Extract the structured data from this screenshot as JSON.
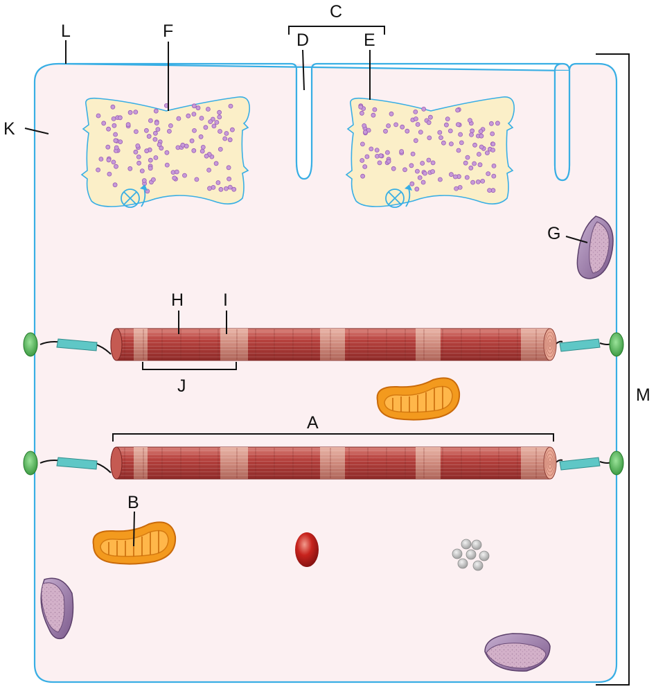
{
  "labels": {
    "A": "A",
    "B": "B",
    "C": "C",
    "D": "D",
    "E": "E",
    "F": "F",
    "G": "G",
    "H": "H",
    "I": "I",
    "J": "J",
    "K": "K",
    "L": "L",
    "M": "M"
  },
  "colors": {
    "cytoplasm": "#fcf0f2",
    "membrane": "#38aee4",
    "granule_zone": "#fbefc8",
    "granule": "#c79ad8",
    "granule_stroke": "#9a5cb5",
    "filament_red": "#b8433f",
    "filament_band": "#d9978a",
    "tail": "#5fc7c6",
    "anchor_green": "#45b64a",
    "mito_orange": "#f39a1e",
    "vesicle_purple": "#8b6b98",
    "droplet_red": "#c7231d",
    "grey_particle": "#bfbfbf"
  }
}
